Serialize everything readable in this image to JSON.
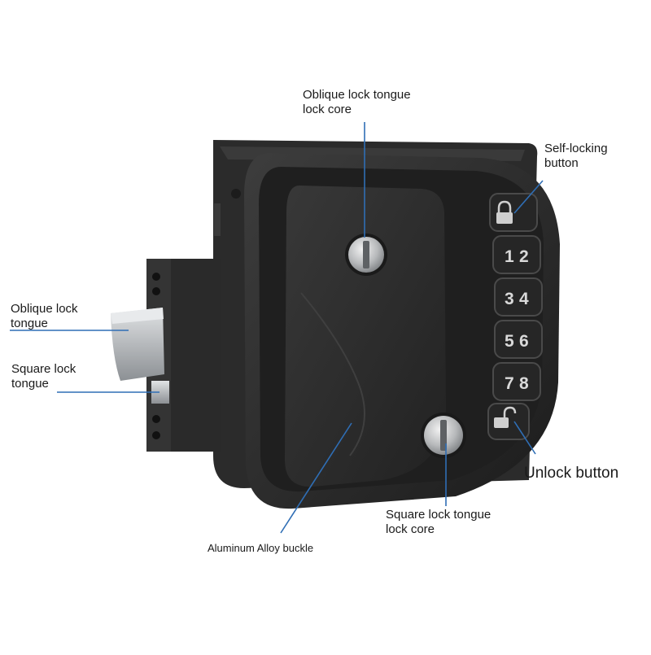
{
  "labels": {
    "oblique_core": {
      "line1": "Oblique lock tongue",
      "line2": "lock core"
    },
    "self_locking": {
      "line1": "Self-locking",
      "line2": "button"
    },
    "oblique_tongue": {
      "line1": "Oblique lock",
      "line2": "tongue"
    },
    "square_tongue": {
      "line1": "Square lock",
      "line2": "tongue"
    },
    "unlock": {
      "line1": "Unlock button"
    },
    "square_core": {
      "line1": "Square lock tongue",
      "line2": "lock core"
    },
    "buckle": {
      "line1": "Aluminum Alloy buckle"
    }
  },
  "keypad": {
    "keys": [
      {
        "left": "1",
        "right": "2"
      },
      {
        "left": "3",
        "right": "4"
      },
      {
        "left": "5",
        "right": "6"
      },
      {
        "left": "7",
        "right": "8"
      }
    ]
  },
  "colors": {
    "leader_line": "#2f6eb5",
    "lock_body": "#2a2a2a",
    "metal": "#b9bcbf"
  },
  "icons": {
    "self_locking": "padlock-closed-icon",
    "unlock": "padlock-open-icon"
  }
}
